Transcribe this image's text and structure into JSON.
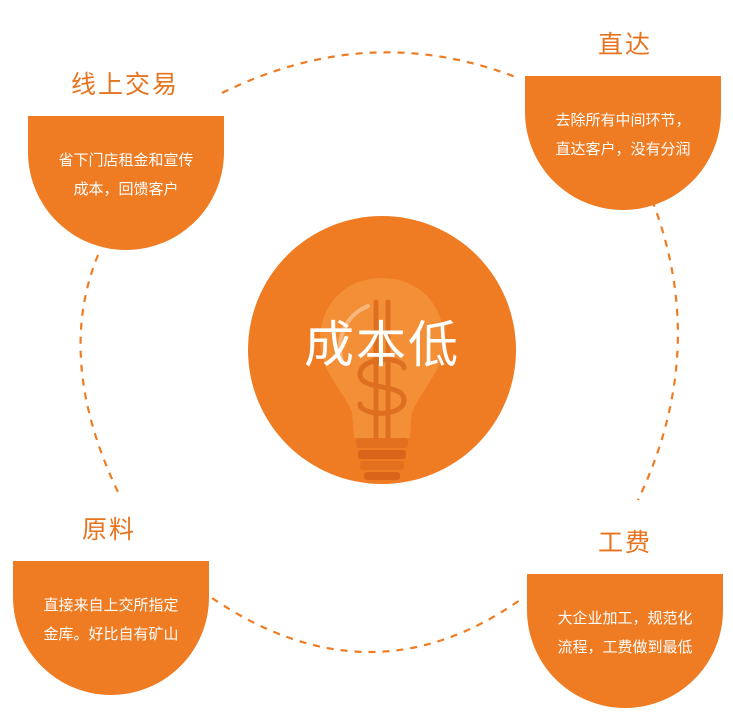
{
  "center": {
    "title": "成本低"
  },
  "features": {
    "top_left": {
      "title": "线上交易",
      "lines": [
        "省下门店租金和宣传",
        "成本，回馈客户"
      ]
    },
    "top_right": {
      "title": "直达",
      "lines": [
        "去除所有中间环节，",
        "直达客户，没有分润"
      ]
    },
    "bottom_left": {
      "title": "原料",
      "lines": [
        "直接来自上交所指定",
        "金库。好比自有矿山"
      ]
    },
    "bottom_right": {
      "title": "工费",
      "lines": [
        "大企业加工，规范化",
        "流程，工费做到最低"
      ]
    }
  },
  "colors": {
    "accent": "#ef7b22",
    "label": "#e8731e",
    "bulb": "#f6a348"
  },
  "icons": {
    "center": "light-bulb-dollar-icon"
  }
}
